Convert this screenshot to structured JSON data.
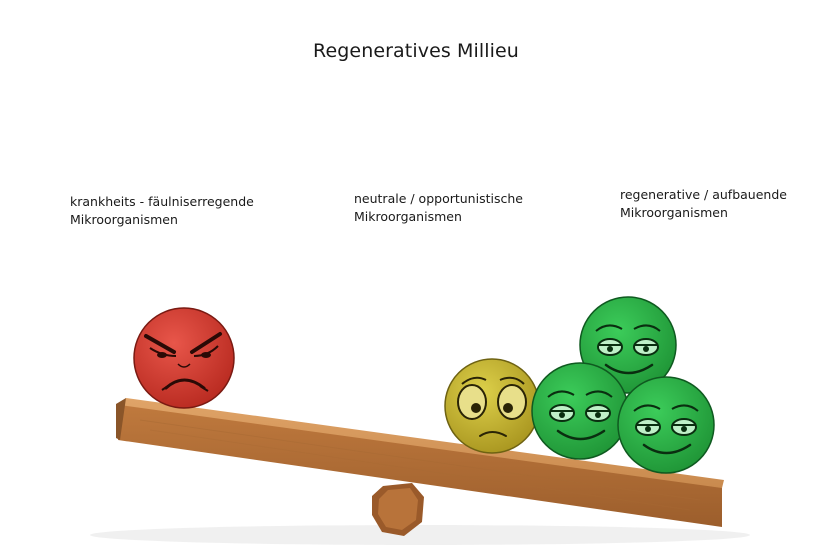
{
  "title": "Regeneratives Millieu",
  "groups": [
    {
      "line1": "krankheits - fäulniserregende",
      "line2": "Mikroorganismen",
      "color": "#d63a2e"
    },
    {
      "line1": "neutrale / opportunistische",
      "line2": "Mikroorganismen",
      "color": "#c9b530"
    },
    {
      "line1": "regenerative / aufbauende",
      "line2": "Mikroorganismen",
      "color": "#2fae4a"
    }
  ],
  "colors": {
    "wood": "#c98a4e",
    "wood_dark": "#8a5529",
    "red_face": "#d63a2e",
    "yellow_face": "#c9b530",
    "green_face": "#2fae4a"
  }
}
